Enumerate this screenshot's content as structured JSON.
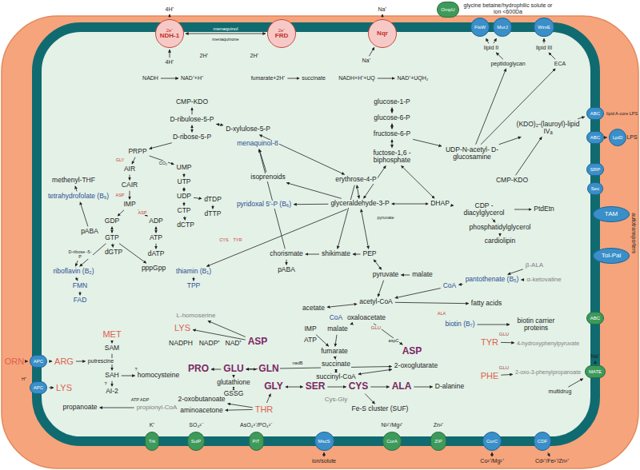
{
  "diagram": {
    "nodes": [
      {
        "text": [
          "2e⁻",
          "NDH-1"
        ]
      },
      {
        "text": [
          "2e⁻",
          "FRD"
        ]
      },
      {
        "text": [
          "Nqr"
        ]
      },
      {
        "text": [
          "OmpU"
        ]
      },
      {
        "text": [
          "FtsW"
        ]
      },
      {
        "text": [
          "MurJ"
        ]
      },
      {
        "text": [
          "WzxE"
        ]
      },
      {
        "text": [
          "ABC"
        ]
      },
      {
        "text": [
          "ABC"
        ]
      },
      {
        "text": [
          "LptD"
        ]
      },
      {
        "text": [
          "SRP"
        ]
      },
      {
        "text": [
          "Sec"
        ]
      },
      {
        "text": [
          "TAM"
        ]
      },
      {
        "text": [
          "Tol-Pal"
        ]
      },
      {
        "text": [
          "ABC"
        ]
      },
      {
        "text": [
          "MATE"
        ]
      },
      {
        "text": [
          "APC"
        ]
      },
      {
        "text": [
          "APC"
        ]
      },
      {
        "text": [
          "Trk"
        ]
      },
      {
        "text": [
          "SulP"
        ]
      },
      {
        "text": [
          "PiT"
        ]
      },
      {
        "text": [
          "MscS"
        ]
      },
      {
        "text": [
          "CorA"
        ]
      },
      {
        "text": [
          "ZIP"
        ]
      },
      {
        "text": [
          "CorC"
        ]
      },
      {
        "text": [
          "CDF"
        ]
      }
    ],
    "edges": [
      {
        "from": 0,
        "to": 1,
        "arrow": "both"
      },
      {
        "from": 8,
        "to": 9,
        "arrow": "to"
      }
    ],
    "labels": [
      "4H⁺",
      "4H⁺",
      "NADH",
      "NAD⁺+H⁺",
      "menaquinol",
      "menaquinone",
      "2H⁺",
      "2H⁺",
      "fumarate+2H⁺",
      "succinate",
      "Na⁺",
      "Na⁺",
      "NADH+H⁺+UQ",
      "NAD⁺+UQH₂",
      "glycine betaine/hydrophilic solute or ion <600Da",
      "lipid II",
      "lipid III",
      "peptidoglycan",
      "ECA",
      "lipid A-core LPS",
      "LPS",
      "autotransporters",
      "multidrug",
      "Na⁺",
      "ORN",
      "ARG",
      "putrescine",
      "H⁺",
      "LYS",
      "K⁺",
      "SO₄²⁻",
      "AsO₄³⁻/PO₄³⁻",
      "ion/solute",
      "Ni²⁺/Mg²⁺",
      "Zn²⁺",
      "Co²⁺/Mg²⁺",
      "Cd²⁺/Fe²⁺/Zn²⁺",
      "CMP-KDO",
      "D-ribulose-5-P",
      "D-xylulose-5-P",
      "D-ribose-5-P",
      "PRPP",
      "GLY",
      "AIR",
      "CAIR",
      "ASP",
      "IMP",
      "ASP",
      "GDP",
      "ADP",
      "GTP",
      "ATP",
      "dGTP",
      "dATP",
      "pppGpp",
      "CO₂",
      "UMP",
      "UTP",
      "UDP",
      "CTP",
      "dCTP",
      "dTDP",
      "dTTP",
      "methenyl-THF",
      "tetrahydrofolate (B₉)",
      "pABA",
      "D-ribose -5-P",
      "riboflavin (B₂)",
      "FMN",
      "FAD",
      "menaquinol-8",
      "isoprenoids",
      "pyridoxal 5'-P (B₆)",
      "CYS",
      "TYR",
      "thiamin (B₁)",
      "TPP",
      "chorismate",
      "shikimate",
      "pABA",
      "erythrose-4-P",
      "glyceraldehyde-3-P",
      "pyruvate",
      "DHAP",
      "PEP",
      "pyruvate",
      "malate",
      "acetyl-CoA",
      "acetate",
      "CoA",
      "oxaloacetate",
      "glucose-1-P",
      "glucose-6-P",
      "fructose-6-P",
      "fuctose-1,6 -biphosphate",
      "UDP-N-acetyl- D-glucosamine",
      "CMP-KDO",
      "(KDO)₂-(lauroyl)-lipid IVₐ",
      "CDP -diacylglycerol",
      "PtdEtn",
      "phosphatidylglycerol",
      "cardiolipin",
      "β-ALA",
      "α-ketovaline",
      "pantothenate (B₅)",
      "CoA",
      "fatty acids",
      "ALA",
      "biotin (B₇)",
      "biotin carrier proteins",
      "L-homoserine",
      "LYS",
      "MET",
      "SAM",
      "SAH",
      "homocysteine",
      "AI-2",
      "?",
      "?",
      "NADPH",
      "NADP⁺",
      "NAD⁺",
      "ASP",
      "IMP",
      "ATP",
      "malate",
      "fumarate",
      "nadB",
      "succinate",
      "GLU",
      "aspC",
      "ASP",
      "2-oxoglutarate",
      "succinyl-CoA",
      "TYR",
      "GLU",
      "4-hydroxyphenylpyruvate",
      "PHE",
      "GLU",
      "2-oxo-3-phenylpropanoate",
      "PRO",
      "GLU",
      "GLN",
      "glutathione",
      "GSSG",
      "GLY",
      "SER",
      "CYS",
      "ALA",
      "D-alanine",
      "Cys-Gly",
      "Fe-S cluster (SUF)",
      "THR",
      "ATP ADP",
      "propanoate",
      "propionyl-CoA",
      "2-oxobutanoate",
      "aminoacetone"
    ]
  }
}
